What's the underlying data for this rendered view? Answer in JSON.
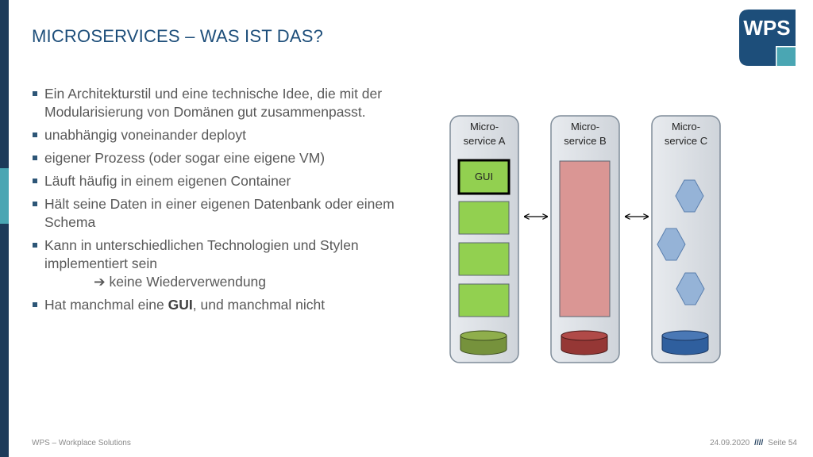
{
  "slide": {
    "title": "MICROSERVICES – WAS IST DAS?",
    "logo_text": "WPS"
  },
  "bullets": [
    {
      "text": "Ein Architekturstil und eine technische Idee, die mit der Modularisierung von Domänen gut zusammenpasst."
    },
    {
      "text": "unabhängig voneinander deployt"
    },
    {
      "text": "eigener Prozess (oder sogar eine eigene VM)"
    },
    {
      "text": "Läuft häufig in einem eigenen Container"
    },
    {
      "text": "Hält seine Daten in einer eigenen Datenbank oder einem Schema"
    },
    {
      "text": "Kann in unterschiedlichen Technologien und Stylen implementiert sein",
      "sub": "keine Wiederverwendung"
    },
    {
      "text_before": "Hat manchmal eine ",
      "bold": "GUI",
      "text_after": ", und manchmal nicht"
    }
  ],
  "diagram": {
    "service_a": {
      "line1": "Micro-",
      "line2": "service A",
      "gui_label": "GUI"
    },
    "service_b": {
      "line1": "Micro-",
      "line2": "service B"
    },
    "service_c": {
      "line1": "Micro-",
      "line2": "service C"
    },
    "colors": {
      "panel": "#d9dde3",
      "green": "#92d050",
      "green_db": "#76923c",
      "red": "#da9694",
      "red_db": "#953735",
      "blue": "#95b3d7",
      "blue_db": "#2f5f9e"
    }
  },
  "footer": {
    "company": "WPS – Workplace Solutions",
    "date": "24.09.2020",
    "separator": "////",
    "page": "Seite 54"
  }
}
